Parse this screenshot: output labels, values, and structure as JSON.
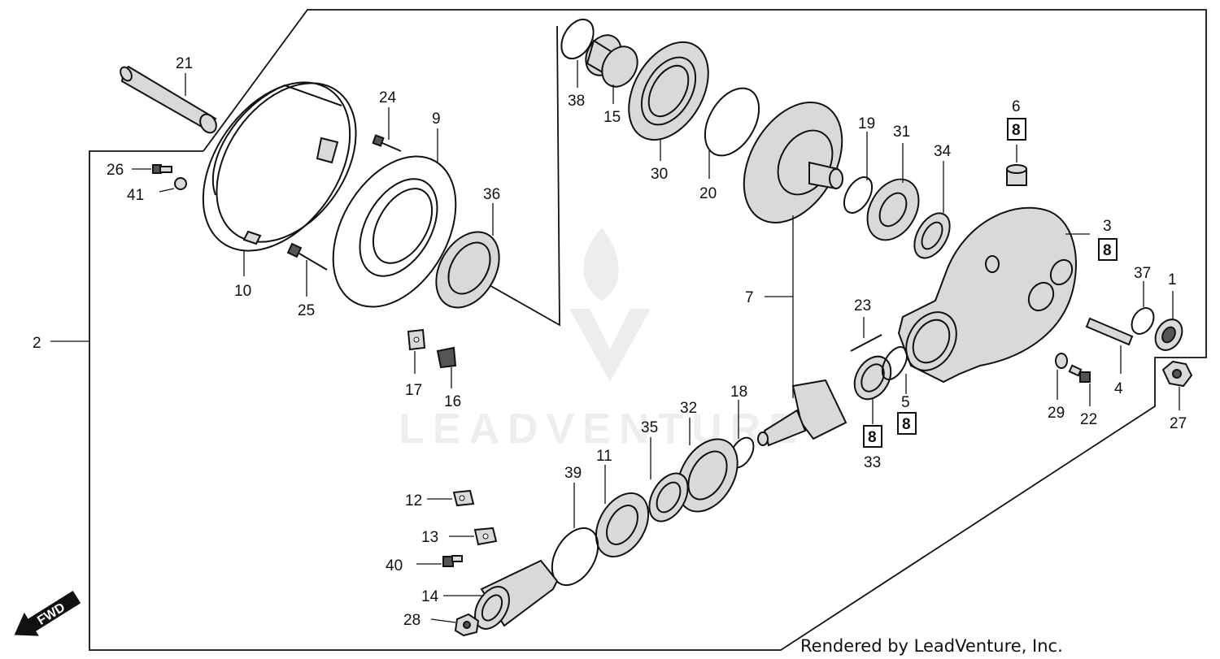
{
  "callouts": {
    "p1": "1",
    "p2": "2",
    "p3": "3",
    "p4": "4",
    "p5": "5",
    "p6": "6",
    "p7": "7",
    "p9": "9",
    "p10": "10",
    "p11": "11",
    "p12": "12",
    "p13": "13",
    "p14": "14",
    "p15": "15",
    "p16": "16",
    "p17": "17",
    "p18": "18",
    "p19": "19",
    "p20": "20",
    "p21": "21",
    "p22": "22",
    "p23": "23",
    "p24": "24",
    "p25": "25",
    "p26": "26",
    "p27": "27",
    "p28": "28",
    "p29": "29",
    "p30": "30",
    "p31": "31",
    "p32": "32",
    "p33": "33",
    "p34": "34",
    "p35": "35",
    "p36": "36",
    "p37": "37",
    "p38": "38",
    "p39": "39",
    "p40": "40",
    "p41": "41"
  },
  "ref_boxes": {
    "box6": "8",
    "box3": "8",
    "box33": "8",
    "box5": "8"
  },
  "watermark": "LEADVENTURE",
  "direction_label": "FWD",
  "credit": "Rendered by LeadVenture, Inc."
}
